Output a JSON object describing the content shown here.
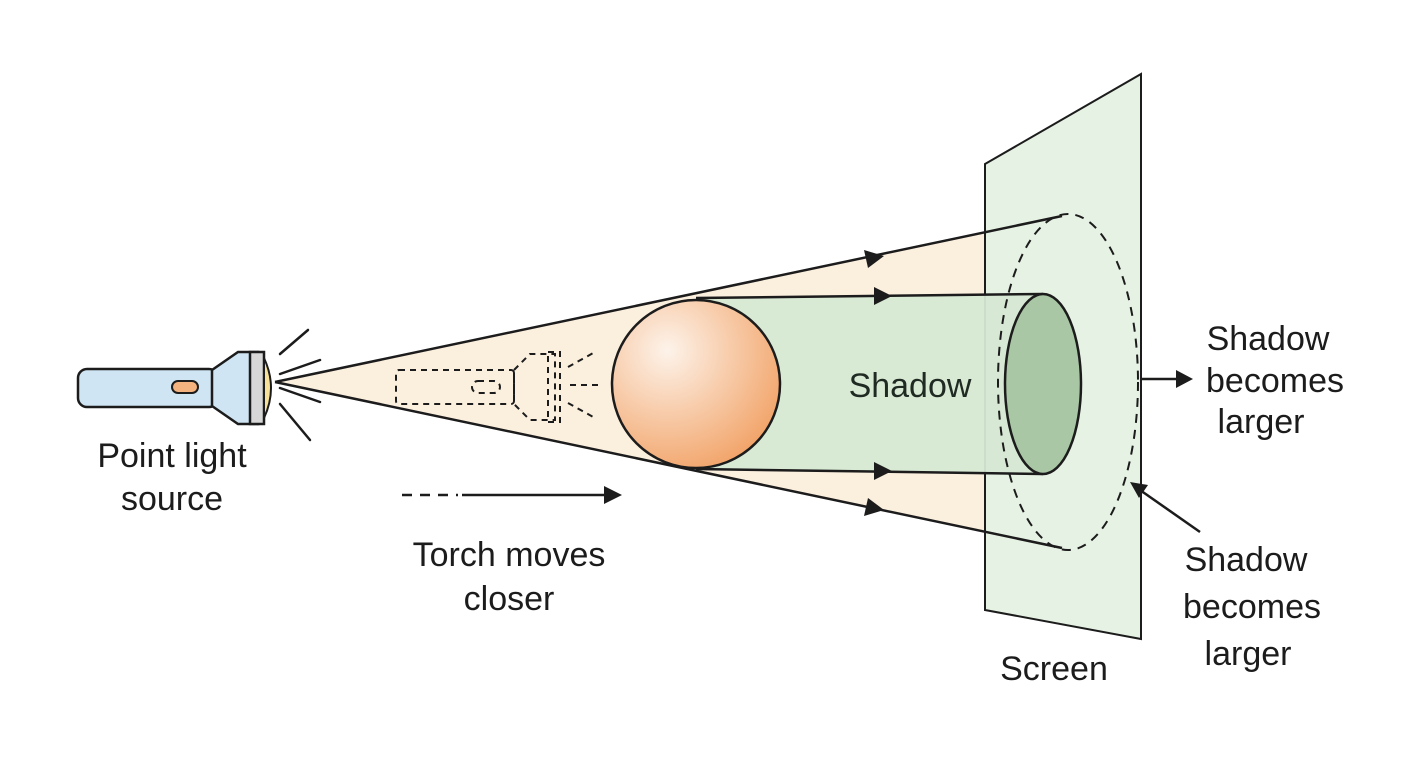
{
  "labels": {
    "source_line1": "Point light",
    "source_line2": "source",
    "torch_line1": "Torch moves",
    "torch_line2": "closer",
    "shadow": "Shadow",
    "screen": "Screen",
    "right_top_line1": "Shadow",
    "right_top_line2": "becomes",
    "right_top_line3": "larger",
    "right_bottom_line1": "Shadow",
    "right_bottom_line2": "becomes",
    "right_bottom_line3": "larger"
  },
  "colors": {
    "outline": "#1c1c1c",
    "light_cone": "#fbeedc",
    "shadow_region": "#d6e8d3",
    "screen": "#e6f2e3",
    "shadow_disc": "#a9c7a5",
    "ball_light": "#fdf3ea",
    "ball_dark": "#f2a56b",
    "torch_body": "#cfe5f3",
    "torch_lens": "#f7e19a",
    "torch_button": "#f4b27e"
  },
  "icons": {
    "torch": "flashlight-icon",
    "torch_ghost": "dashed-flashlight-icon",
    "object": "sphere"
  }
}
